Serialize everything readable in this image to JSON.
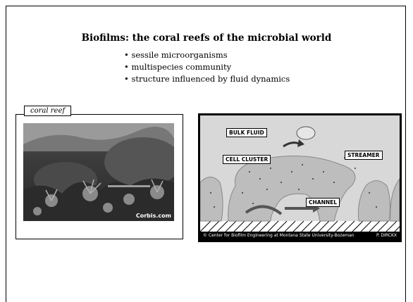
{
  "slide": {
    "title": "Biofilms: the coral reefs of the microbial world",
    "bullets": [
      "sessile microorganisms",
      "multispecies community",
      "structure influenced by fluid dynamics"
    ]
  },
  "reef_panel": {
    "label": "coral reef",
    "credit": "Corbis.com"
  },
  "diagram_panel": {
    "labels": {
      "bulk_fluid": "BULK FLUID",
      "cell_cluster": "CELL CLUSTER",
      "streamer": "STREAMER",
      "channel": "CHANNEL"
    },
    "footer": "© Center for Biofilm Engineering at Montana State University-Bozeman",
    "footer_right": "P. DIRCKX"
  }
}
